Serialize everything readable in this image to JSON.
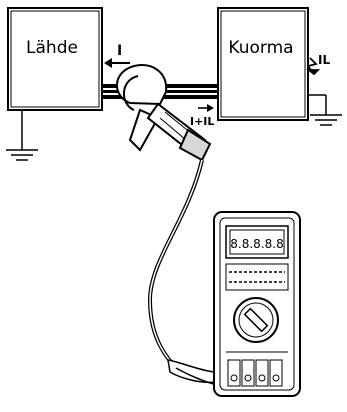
{
  "source": {
    "label": "Lähde"
  },
  "load": {
    "label": "Kuorma"
  },
  "leakage": {
    "label": "IL"
  },
  "current": {
    "label": "I"
  },
  "sum": {
    "label": "I+IL"
  },
  "meter": {
    "display": "8.8.8.8.8"
  },
  "colors": {
    "line": "#000000",
    "wire": "#1a1a1a",
    "fill": "#ffffff",
    "shade": "#d8d8d8"
  }
}
